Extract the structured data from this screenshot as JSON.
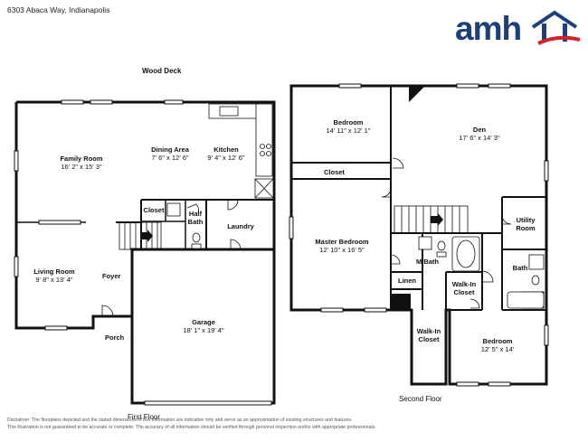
{
  "header": {
    "address": "6303 Abaca Way, Indianapolis",
    "logo_text": "amh",
    "brand_colors": {
      "blue": "#1d3f7a",
      "red": "#d3202b"
    }
  },
  "floors": {
    "first": "First Floor",
    "second": "Second Floor"
  },
  "labels": {
    "wood_deck": "Wood Deck",
    "porch": "Porch",
    "foyer": "Foyer",
    "closet_1": "Closet",
    "closet_2": "Closet",
    "linen": "Linen",
    "bath": "Bath"
  },
  "rooms": {
    "family_room": {
      "name": "Family Room",
      "dims": "16' 2\" x 15' 3\""
    },
    "dining_area": {
      "name": "Dining Area",
      "dims": "7' 6\" x 12' 6\""
    },
    "kitchen": {
      "name": "Kitchen",
      "dims": "9' 4\" x 12' 6\""
    },
    "half_bath": {
      "line1": "Half",
      "line2": "Bath"
    },
    "laundry": {
      "name": "Laundry"
    },
    "living_room": {
      "name": "Living Room",
      "dims": "9' 8\" x 13' 4\""
    },
    "garage": {
      "name": "Garage",
      "dims": "18' 1\" x 19' 4\""
    },
    "bedroom_top": {
      "name": "Bedroom",
      "dims": "14' 11\" x 12' 1\""
    },
    "den": {
      "name": "Den",
      "dims": "17' 6\" x 14' 3\""
    },
    "utility_room": {
      "line1": "Utility",
      "line2": "Room"
    },
    "master_bedroom": {
      "name": "Master Bedroom",
      "dims": "12' 10\" x 16' 5\""
    },
    "m_bath": {
      "name": "M.Bath"
    },
    "walk_in_closet_small": {
      "line1": "Walk-In",
      "line2": "Closet"
    },
    "walk_in_closet_large": {
      "line1": "Walk-In",
      "line2": "Closet"
    },
    "bedroom_bottom": {
      "name": "Bedroom",
      "dims": "12' 5\" x 14'"
    }
  },
  "disclaimer": {
    "line1": "Disclaimer: The floorplans depicted and the stated dimensions of this information are indicative only and serve as an approximation of existing structures and features.",
    "line2": "This illustration is not guaranteed to be accurate or complete. The accuracy of all information should be verified through personal inspection and/or with appropriate professionals."
  }
}
